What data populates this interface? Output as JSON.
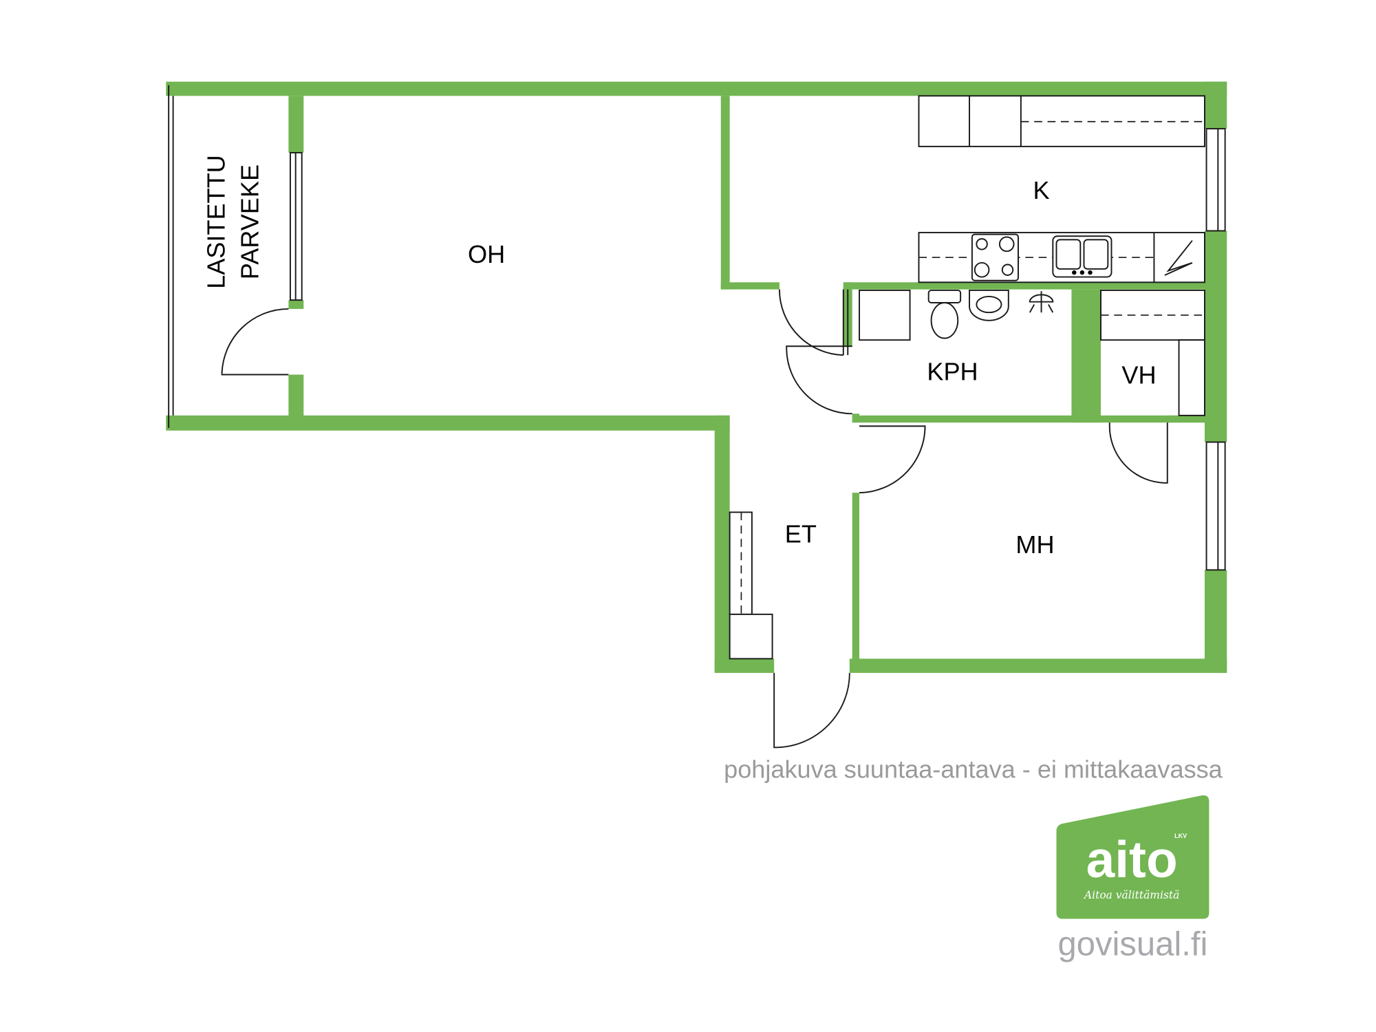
{
  "rooms": {
    "balcony_line1": "LASITETTU",
    "balcony_line2": "PARVEKE",
    "living": "OH",
    "kitchen": "K",
    "bathroom": "KPH",
    "wardrobe": "VH",
    "hall": "ET",
    "bedroom": "MH"
  },
  "caption": "pohjakuva suuntaa-antava - ei mittakaavassa",
  "logo": {
    "name": "aito",
    "suffix": "LKV",
    "tagline": "Aitoa välittämistä"
  },
  "credit": "govisual.fi",
  "colors": {
    "wall": "#72b552",
    "caption": "#9a9a9a",
    "credit": "#a8a8ad"
  }
}
